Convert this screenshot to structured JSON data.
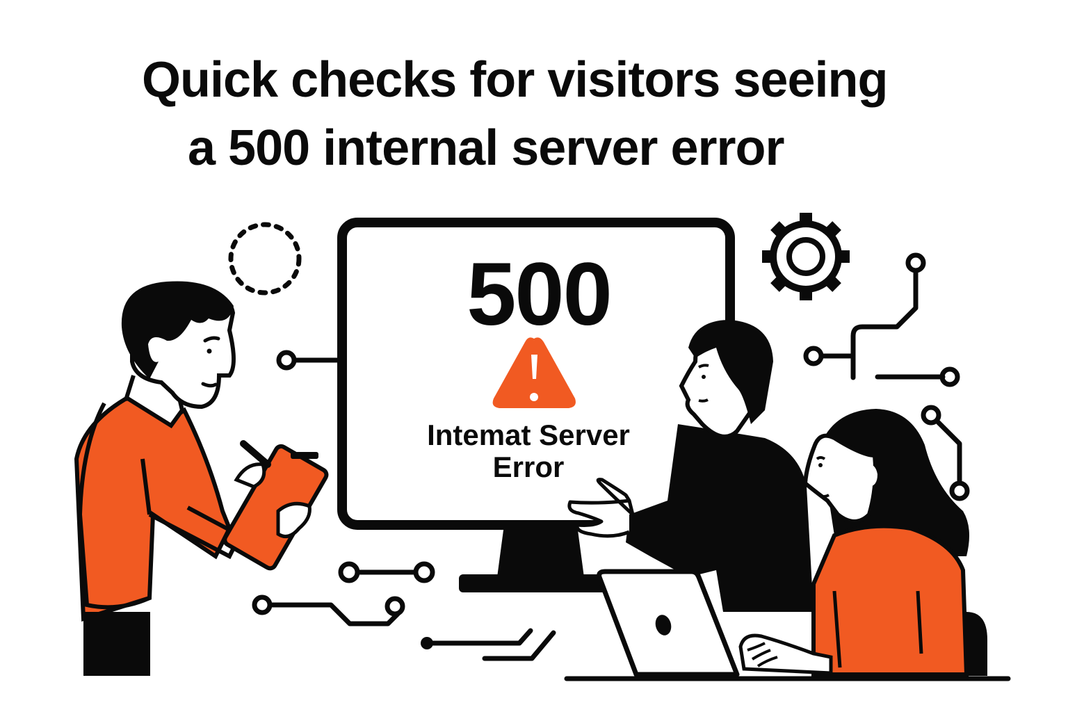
{
  "title": {
    "line1": "Quick checks for visitors seeing",
    "line2": "a 500 internal server error"
  },
  "monitor": {
    "code": "500",
    "message_line1": "Intemat Server",
    "message_line2": "Error",
    "warning_icon": "warning-triangle-icon"
  },
  "colors": {
    "accent_orange": "#f15a22",
    "ink": "#0a0a0a",
    "background": "#ffffff"
  },
  "decorations": [
    "gear-icon",
    "dashed-circle-icon",
    "circuit-lines"
  ],
  "figures": [
    "man-with-tablet",
    "man-pointing",
    "woman-with-laptop"
  ]
}
